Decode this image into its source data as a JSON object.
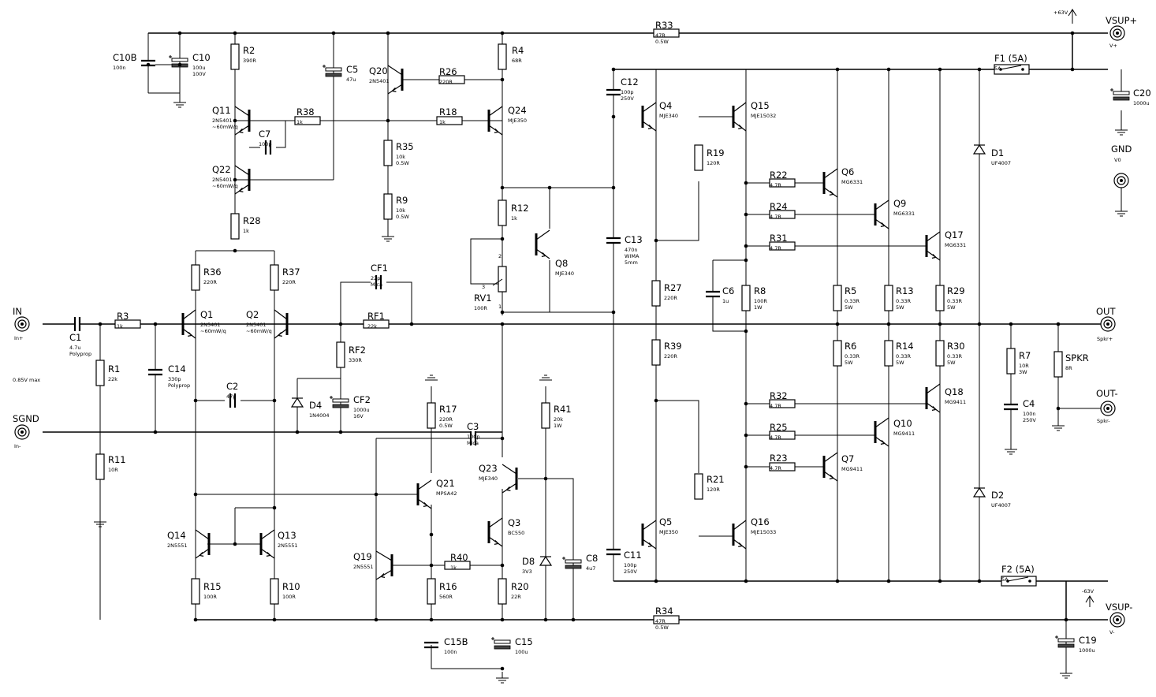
{
  "ports": {
    "in": {
      "name": "IN",
      "sub": "In+"
    },
    "sgnd": {
      "name": "SGND",
      "sub": "In-"
    },
    "vsup_pos": {
      "name": "VSUP+",
      "sub": "V+"
    },
    "vsup_neg": {
      "name": "VSUP-",
      "sub": "V-"
    },
    "gnd": {
      "name": "GND",
      "sub": "V0"
    },
    "out": {
      "name": "OUT",
      "sub": "Spkr+"
    },
    "out_neg": {
      "name": "OUT-",
      "sub": "Spkr-"
    }
  },
  "rails": {
    "pos": "+63V",
    "neg": "-63V"
  },
  "input_note": "0.85V max",
  "components": {
    "C10B": {
      "ref": "C10B",
      "val": "100n"
    },
    "C10": {
      "ref": "C10",
      "val": "100u",
      "val2": "100V"
    },
    "R2": {
      "ref": "R2",
      "val": "390R"
    },
    "C5": {
      "ref": "C5",
      "val": "47u"
    },
    "Q20": {
      "ref": "Q20",
      "val": "2N5401"
    },
    "R26": {
      "ref": "R26",
      "val": "220R"
    },
    "R4": {
      "ref": "R4",
      "val": "68R"
    },
    "R33": {
      "ref": "R33",
      "val": "47R",
      "val2": "0.5W"
    },
    "Q11": {
      "ref": "Q11",
      "val": "2N5401",
      "val2": "~60mW/q"
    },
    "R38": {
      "ref": "R38",
      "val": "1k"
    },
    "C7": {
      "ref": "C7",
      "val": "100p"
    },
    "R18": {
      "ref": "R18",
      "val": "1k"
    },
    "Q24": {
      "ref": "Q24",
      "val": "MJE350"
    },
    "R35": {
      "ref": "R35",
      "val": "10k",
      "val2": "0.5W"
    },
    "Q22": {
      "ref": "Q22",
      "val": "2N5401",
      "val2": "~60mW/q"
    },
    "R9": {
      "ref": "R9",
      "val": "10k",
      "val2": "0.5W"
    },
    "R28": {
      "ref": "R28",
      "val": "1k"
    },
    "R12": {
      "ref": "R12",
      "val": "1k"
    },
    "Q8": {
      "ref": "Q8",
      "val": "MJE340"
    },
    "RV1": {
      "ref": "RV1",
      "val": "100R"
    },
    "R36": {
      "ref": "R36",
      "val": "220R"
    },
    "R37": {
      "ref": "R37",
      "val": "220R"
    },
    "CF1": {
      "ref": "CF1",
      "val": "22p",
      "val2": "Mica"
    },
    "Q1": {
      "ref": "Q1",
      "val": "2N5401",
      "val2": "~60mW/q"
    },
    "Q2": {
      "ref": "Q2",
      "val": "2N5401",
      "val2": "~60mW/q"
    },
    "C1": {
      "ref": "C1",
      "val": "4.7u",
      "val2": "Polyprop"
    },
    "R3": {
      "ref": "R3",
      "val": "1k"
    },
    "RF1": {
      "ref": "RF1",
      "val": "22k"
    },
    "R1": {
      "ref": "R1",
      "val": "22k"
    },
    "C14": {
      "ref": "C14",
      "val": "330p",
      "val2": "Polyprop"
    },
    "RF2": {
      "ref": "RF2",
      "val": "330R"
    },
    "C2": {
      "ref": "C2",
      "val": "47p"
    },
    "D4": {
      "ref": "D4",
      "val": "1N4004"
    },
    "CF2": {
      "ref": "CF2",
      "val": "1000u",
      "val2": "16V"
    },
    "R17": {
      "ref": "R17",
      "val": "220R",
      "val2": "0.5W"
    },
    "C3": {
      "ref": "C3",
      "val": "100p",
      "val2": "Mica"
    },
    "R41": {
      "ref": "R41",
      "val": "20k",
      "val2": "1W"
    },
    "R11": {
      "ref": "R11",
      "val": "10R"
    },
    "Q21": {
      "ref": "Q21",
      "val": "MPSA42"
    },
    "Q23": {
      "ref": "Q23",
      "val": "MJE340"
    },
    "Q14": {
      "ref": "Q14",
      "val": "2N5551"
    },
    "Q13": {
      "ref": "Q13",
      "val": "2N5551"
    },
    "Q3": {
      "ref": "Q3",
      "val": "BC550"
    },
    "Q19": {
      "ref": "Q19",
      "val": "2N5551"
    },
    "R40": {
      "ref": "R40",
      "val": "1k"
    },
    "D8": {
      "ref": "D8",
      "val": "3V3"
    },
    "C8": {
      "ref": "C8",
      "val": "4u7"
    },
    "R15": {
      "ref": "R15",
      "val": "100R"
    },
    "R10": {
      "ref": "R10",
      "val": "100R"
    },
    "R16": {
      "ref": "R16",
      "val": "560R"
    },
    "R20": {
      "ref": "R20",
      "val": "22R"
    },
    "C15B": {
      "ref": "C15B",
      "val": "100n"
    },
    "C15": {
      "ref": "C15",
      "val": "100u"
    },
    "C12": {
      "ref": "C12",
      "val": "100p",
      "val2": "250V"
    },
    "Q4": {
      "ref": "Q4",
      "val": "MJE340"
    },
    "Q15": {
      "ref": "Q15",
      "val": "MJE15032"
    },
    "R19": {
      "ref": "R19",
      "val": "120R"
    },
    "C13": {
      "ref": "C13",
      "val": "470n",
      "val2": "WIMA",
      "val3": "5mm"
    },
    "R27": {
      "ref": "R27",
      "val": "220R"
    },
    "C6": {
      "ref": "C6",
      "val": "1u"
    },
    "R8": {
      "ref": "R8",
      "val": "100R",
      "val2": "1W"
    },
    "R39": {
      "ref": "R39",
      "val": "220R"
    },
    "R21": {
      "ref": "R21",
      "val": "120R"
    },
    "C11": {
      "ref": "C11",
      "val": "100p",
      "val2": "250V"
    },
    "Q5": {
      "ref": "Q5",
      "val": "MJE350"
    },
    "Q16": {
      "ref": "Q16",
      "val": "MJE15033"
    },
    "R34": {
      "ref": "R34",
      "val": "47R",
      "val2": "0.5W"
    },
    "R22": {
      "ref": "R22",
      "val": "4.7R"
    },
    "Q6": {
      "ref": "Q6",
      "val": "MG6331"
    },
    "R24": {
      "ref": "R24",
      "val": "4.7R"
    },
    "Q9": {
      "ref": "Q9",
      "val": "MG6331"
    },
    "R31": {
      "ref": "R31",
      "val": "4.7R"
    },
    "Q17": {
      "ref": "Q17",
      "val": "MG6331"
    },
    "R5": {
      "ref": "R5",
      "val": "0.33R",
      "val2": "5W"
    },
    "R13": {
      "ref": "R13",
      "val": "0.33R",
      "val2": "5W"
    },
    "R29": {
      "ref": "R29",
      "val": "0.33R",
      "val2": "5W"
    },
    "R6": {
      "ref": "R6",
      "val": "0.33R",
      "val2": "5W"
    },
    "R14": {
      "ref": "R14",
      "val": "0.33R",
      "val2": "5W"
    },
    "R30": {
      "ref": "R30",
      "val": "0.33R",
      "val2": "5W"
    },
    "R32": {
      "ref": "R32",
      "val": "4.7R"
    },
    "Q18": {
      "ref": "Q18",
      "val": "MG9411"
    },
    "R25": {
      "ref": "R25",
      "val": "4.7R"
    },
    "Q10": {
      "ref": "Q10",
      "val": "MG9411"
    },
    "R23": {
      "ref": "R23",
      "val": "4.7R"
    },
    "Q7": {
      "ref": "Q7",
      "val": "MG9411"
    },
    "F1": {
      "ref": "F1 (5A)",
      "val": "5A"
    },
    "F2": {
      "ref": "F2 (5A)",
      "val": "5A"
    },
    "C20": {
      "ref": "C20",
      "val": "1000u"
    },
    "D1": {
      "ref": "D1",
      "val": "UF4007"
    },
    "D2": {
      "ref": "D2",
      "val": "UF4007"
    },
    "R7": {
      "ref": "R7",
      "val": "10R",
      "val2": "3W"
    },
    "C4": {
      "ref": "C4",
      "val": "100n",
      "val2": "250V"
    },
    "SPKR": {
      "ref": "SPKR",
      "val": "8R"
    },
    "C19": {
      "ref": "C19",
      "val": "1000u"
    }
  },
  "pot_pins": {
    "p1": "1",
    "p2": "2",
    "p3": "3"
  }
}
